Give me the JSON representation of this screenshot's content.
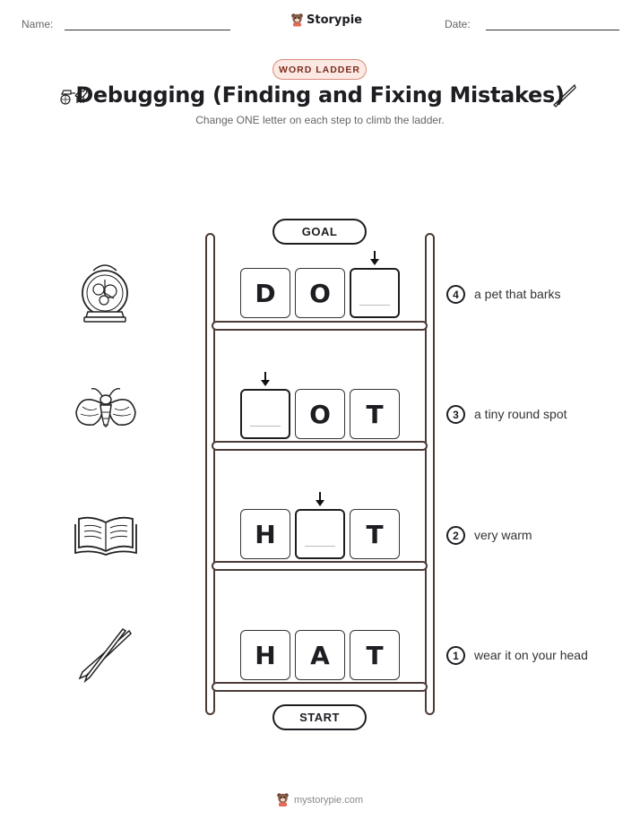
{
  "header": {
    "name_label": "Name:",
    "date_label": "Date:",
    "brand": "Storypie"
  },
  "badge": "WORD LADDER",
  "title": "Debugging (Finding and Fixing Mistakes)",
  "subtitle": "Change ONE letter on each step to climb the ladder.",
  "goal_label": "GOAL",
  "start_label": "START",
  "steps": [
    {
      "number": "4",
      "clue": "a pet that barks",
      "letters": [
        "D",
        "O",
        ""
      ],
      "picture": "clock-icon"
    },
    {
      "number": "3",
      "clue": "a tiny round spot",
      "letters": [
        "",
        "O",
        "T"
      ],
      "picture": "moth-icon"
    },
    {
      "number": "2",
      "clue": "very warm",
      "letters": [
        "H",
        "",
        "T"
      ],
      "picture": "open-book-icon"
    },
    {
      "number": "1",
      "clue": "wear it on your head",
      "letters": [
        "H",
        "A",
        "T"
      ],
      "picture": "tweezers-icon"
    }
  ],
  "footer": "mystorypie.com",
  "colors": {
    "badge_bg": "#fde9e4",
    "badge_border": "#d9897a",
    "badge_text": "#7a2d1e",
    "ladder": "#4a3b35"
  }
}
